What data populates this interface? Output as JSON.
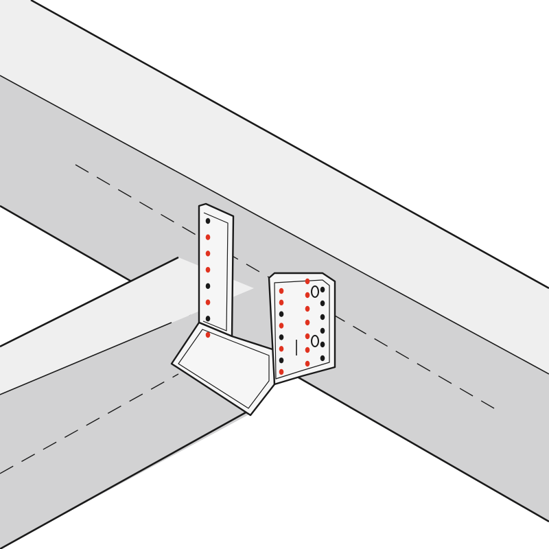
{
  "colors": {
    "background": "#ffffff",
    "beam_top": "#efefef",
    "beam_side": "#d2d2d3",
    "hanger_metal": "#f6f6f6",
    "outline": "#1a1a1a",
    "nail_hole_red": "#e0321f",
    "nail_hole_black": "#1a1a1a"
  },
  "icons": {
    "main_beam": "timber-beam-icon",
    "joist": "timber-joist-icon",
    "hanger": "joist-hanger-bracket-icon"
  },
  "nail_holes": {
    "left_flange_pattern": [
      "black",
      "red",
      "red",
      "red",
      "black",
      "red",
      "black",
      "red"
    ],
    "right_flange_inner_pattern": [
      "red",
      "red",
      "black",
      "red",
      "black",
      "red",
      "black",
      "red"
    ],
    "right_flange_outer_pattern": [
      "red",
      "red",
      "red",
      "red",
      "red",
      "red",
      "red"
    ],
    "right_flange_edge_pattern": [
      "black",
      "black",
      "black",
      "black",
      "black",
      "black"
    ]
  }
}
